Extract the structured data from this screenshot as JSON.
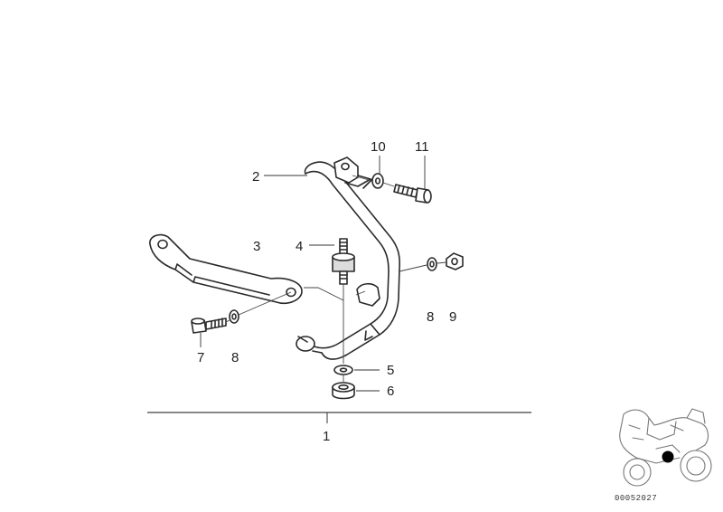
{
  "callouts": {
    "c1": "1",
    "c2": "2",
    "c3": "3",
    "c4": "4",
    "c5": "5",
    "c6": "6",
    "c7": "7",
    "c8a": "8",
    "c8b": "8",
    "c9": "9",
    "c10": "10",
    "c11": "11"
  },
  "reference_code": "00052027",
  "colors": {
    "line": "#2a2a2a",
    "part_fill": "#ffffff",
    "shade": "#dcdcdc",
    "highlight_dot": "#000000"
  }
}
